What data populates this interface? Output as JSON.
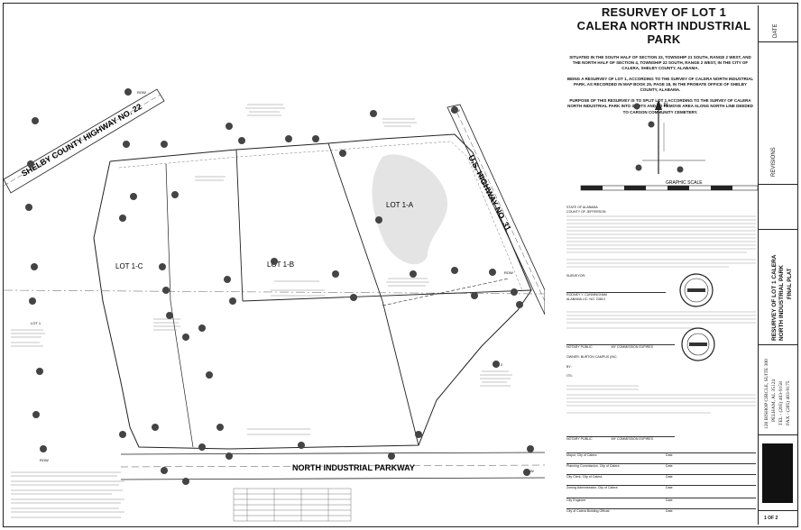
{
  "title": {
    "line1": "RESURVEY OF LOT 1",
    "line2": "CALERA NORTH INDUSTRIAL PARK"
  },
  "description": {
    "situated": "SITUATED IN THE SOUTH HALF OF SECTION 33, TOWNSHIP 21 SOUTH, RANGE 2 WEST, AND THE NORTH HALF OF SECTION 4, TOWNSHIP 22 SOUTH, RANGE 2 WEST, IN THE CITY OF CALERA, SHELBY COUNTY, ALABAMA.",
    "being": "BEING A RESURVEY OF LOT 1, ACCORDING TO THE SURVEY OF CALERA NORTH INDUSTRIAL PARK, AS RECORDED IN MAP BOOK 25, PAGE 18, IN THE PROBATE OFFICE OF SHELBY COUNTY, ALABAMA.",
    "purpose": "PURPOSE OF THIS RESURVEY IS TO SPLIT LOT 1 ACCORDING TO THE SURVEY OF CALERA NORTH INDUSTRIAL PARK INTO 3 LOTS AND TO REMOVE AREA ALONG NORTH LINE DEEDED TO CARSON COMMUNITY CEMETERY."
  },
  "plan": {
    "road_shelby": "SHELBY COUNTY HIGHWAY NO. 22",
    "road_us": "U.S. HIGHWAY NO. 31",
    "road_parkway": "NORTH INDUSTRIAL PARKWAY",
    "lot_1a": "LOT 1-A",
    "lot_1b": "LOT 1-B",
    "lot_1c": "LOT 1-C",
    "lot_1": "LOT 1",
    "lot_2": "LOT 2",
    "row_label": "ROW",
    "scale_label": "GRAPHIC SCALE",
    "north_label": "N"
  },
  "certificate": {
    "state": "STATE OF ALABAMA",
    "county": "COUNTY OF JEFFERSON",
    "surveyor_label": "SURVEYOR:",
    "surveyor_name": "RODNEY Y. CUNNINGHAM",
    "surveyor_reg": "ALABAMA LIC. NO. 23813",
    "notary_public": "NOTARY PUBLIC",
    "commission": "MY COMMISSION EXPIRES",
    "owner": "OWNER: BURTON CAMPUS (INC.",
    "by": "BY:",
    "its": "ITS:",
    "mayor": "Mayor, City of Calera",
    "planning": "Planning Commission, City of Calera",
    "clerk": "City Clerk, City of Calera",
    "zoning": "Zoning Administrator, City of Calera",
    "engineer": "City Engineer",
    "building": "City of Calera Building Official",
    "date": "Date"
  },
  "title_block": {
    "date_header": "DATE",
    "revisions": "REVISIONS",
    "project": "RESURVEY OF LOT 1 CALERA NORTH INDUSTRIAL PARK",
    "sheet_type": "FINAL PLAT",
    "address1": "120 BISHOP CIRCLE, SUITE 300",
    "address2": "PELHAM, AL 35124",
    "phone": "TEL - (205) 403-9158",
    "fax": "FAX - (205) 403-9175",
    "sheet": "1 OF 2"
  },
  "chart_data": null,
  "colors": {
    "line": "#222222",
    "pin": "#444444",
    "shade": "#dddddd"
  }
}
